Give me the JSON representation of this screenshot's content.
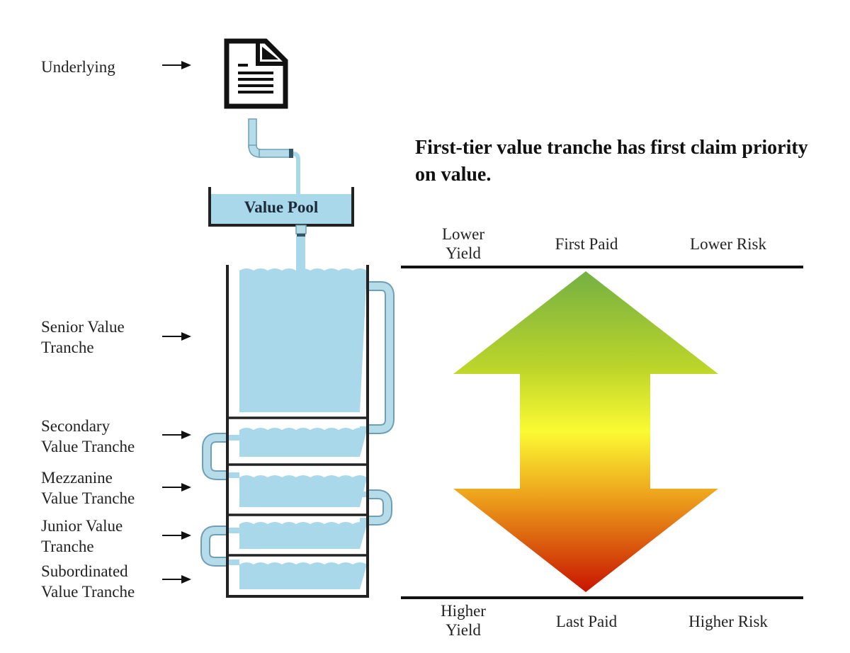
{
  "labels": {
    "underlying": "Underlying",
    "value_pool": "Value Pool",
    "tranches": [
      {
        "line1": "Senior Value",
        "line2": "Tranche"
      },
      {
        "line1": "Secondary",
        "line2": "Value Tranche"
      },
      {
        "line1": "Mezzanine",
        "line2": "Value Tranche"
      },
      {
        "line1": "Junior Value",
        "line2": "Tranche"
      },
      {
        "line1": "Subordinated",
        "line2": "Value Tranche"
      }
    ]
  },
  "headline": "First-tier value tranche has first claim priority on value.",
  "scale": {
    "top": {
      "yield_line1": "Lower",
      "yield_line2": "Yield",
      "payment": "First Paid",
      "risk": "Lower Risk"
    },
    "bottom": {
      "yield_line1": "Higher",
      "yield_line2": "Yield",
      "payment": "Last Paid",
      "risk": "Higher Risk"
    }
  },
  "colors": {
    "water": "#a8d8ea",
    "pipe": "#9ecfe3",
    "outline": "#222222",
    "arrow_top": "#7ab342",
    "arrow_mid": "#fcf834",
    "arrow_bottom": "#cc1a00"
  }
}
